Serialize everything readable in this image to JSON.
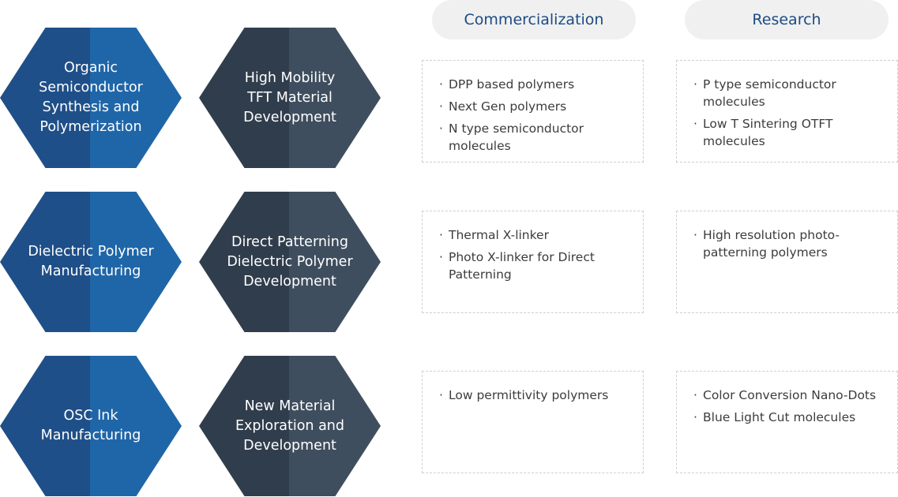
{
  "headers": {
    "commercialization": "Commercialization",
    "research": "Research"
  },
  "rows": [
    {
      "primary": "Organic\nSemiconductor\nSynthesis and\nPolymerization",
      "secondary": "High Mobility\nTFT Material\nDevelopment",
      "commercialization": [
        "DPP based polymers",
        "Next Gen polymers",
        "N type semiconductor molecules"
      ],
      "research": [
        "P type semiconductor molecules",
        "Low T Sintering OTFT molecules"
      ]
    },
    {
      "primary": "Dielectric Polymer\nManufacturing",
      "secondary": "Direct Patterning\nDielectric Polymer\nDevelopment",
      "commercialization": [
        "Thermal X-linker",
        "Photo X-linker for Direct Patterning"
      ],
      "research": [
        "High resolution photo-patterning polymers"
      ]
    },
    {
      "primary": "OSC Ink\nManufacturing",
      "secondary": "New Material\nExploration and\nDevelopment",
      "commercialization": [
        "Low permittivity polymers"
      ],
      "research": [
        "Color Conversion Nano-Dots",
        "Blue Light Cut molecules"
      ]
    }
  ],
  "colors": {
    "blue_left": "#1f4f88",
    "blue_right": "#1f66a8",
    "dark_left": "#303d4c",
    "dark_right": "#3f4e5e",
    "header_text": "#1c4b84",
    "pill_bg": "#f0f0f0"
  }
}
